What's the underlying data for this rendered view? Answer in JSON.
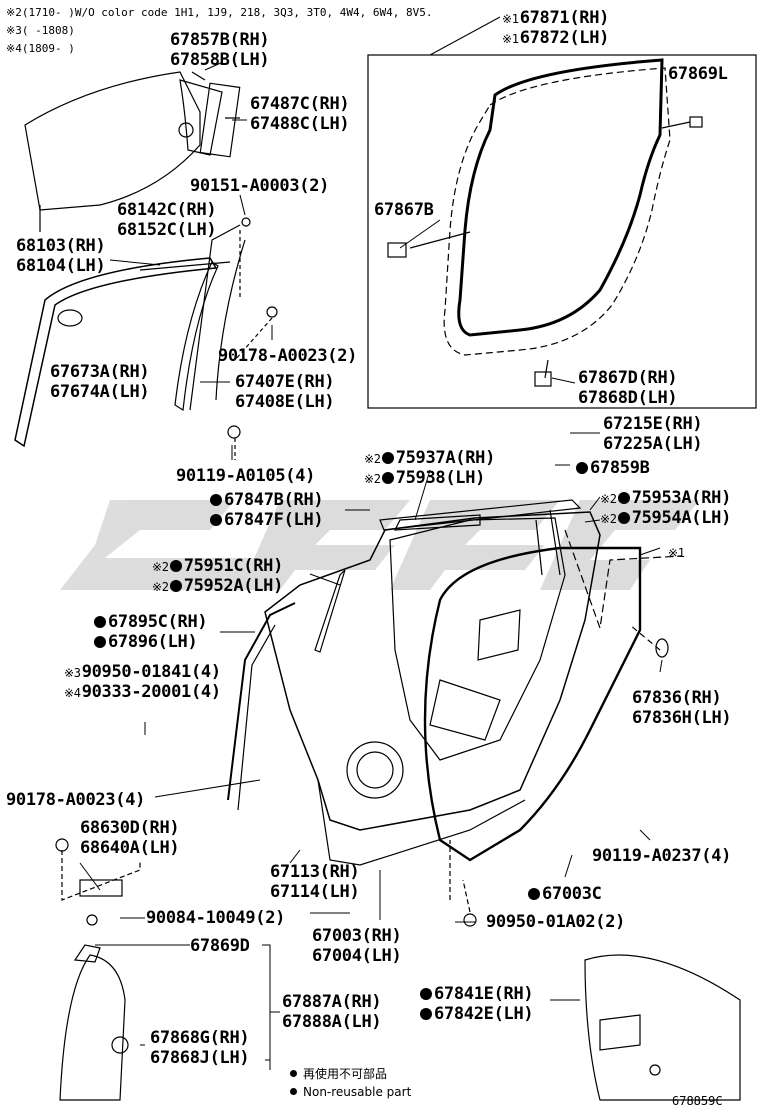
{
  "notes": {
    "n2": "※2(1710-    )W/O color code 1H1, 1J9, 218, 3Q3, 3T0, 4W4, 6W4, 8V5.",
    "n3": "※3(    -1808)",
    "n4": "※4(1809-    )"
  },
  "labels": {
    "p67871": "67871(RH)",
    "p67872": "67872(LH)",
    "p67869L": "67869L",
    "p67857B": "67857B(RH)",
    "p67858B": "67858B(LH)",
    "p67487C": "67487C(RH)",
    "p67488C": "67488C(LH)",
    "p90151": "90151-A0003(2)",
    "p68142C": "68142C(RH)",
    "p68152C": "68152C(LH)",
    "p68103": "68103(RH)",
    "p68104": "68104(LH)",
    "p67867B": "67867B",
    "p90178a": "90178-A0023(2)",
    "p67673A": "67673A(RH)",
    "p67674A": "67674A(LH)",
    "p67407E": "67407E(RH)",
    "p67408E": "67408E(LH)",
    "p67867D": "67867D(RH)",
    "p67868D": "67868D(LH)",
    "p67215E": "67215E(RH)",
    "p67225A": "67225A(LH)",
    "p90119a": "90119-A0105(4)",
    "p75937A": "75937A(RH)",
    "p75938": "75938(LH)",
    "p67859B": "67859B",
    "p67847B": "67847B(RH)",
    "p67847F": "67847F(LH)",
    "p75953A": "75953A(RH)",
    "p75954A": "75954A(LH)",
    "p75951C": "75951C(RH)",
    "p75952A": "75952A(LH)",
    "p67895C": "67895C(RH)",
    "p67896": "67896(LH)",
    "p90950a": "90950-01841(4)",
    "p90333": "90333-20001(4)",
    "p67836": "67836(RH)",
    "p67836H": "67836H(LH)",
    "p90178b": "90178-A0023(4)",
    "p68630D": "68630D(RH)",
    "p68640A": "68640A(LH)",
    "p67113": "67113(RH)",
    "p67114": "67114(LH)",
    "p90119b": "90119-A0237(4)",
    "p67003C": "67003C",
    "p90084": "90084-10049(2)",
    "p67003": "67003(RH)",
    "p67004": "67004(LH)",
    "p90950b": "90950-01A02(2)",
    "p67869D": "67869D",
    "p67887A": "67887A(RH)",
    "p67888A": "67888A(LH)",
    "p67841E": "67841E(RH)",
    "p67842E": "67842E(LH)",
    "p67868G": "67868G(RH)",
    "p67868J": "67868J(LH)"
  },
  "markers": {
    "x1": "※1",
    "x2": "※2",
    "x3": "※3",
    "x4": "※4"
  },
  "legend": {
    "jp": "再使用不可部品",
    "en": "Non-reusable part"
  },
  "figure_code": "678859C",
  "colors": {
    "ink": "#000000",
    "watermark": "#d9d9d9"
  }
}
